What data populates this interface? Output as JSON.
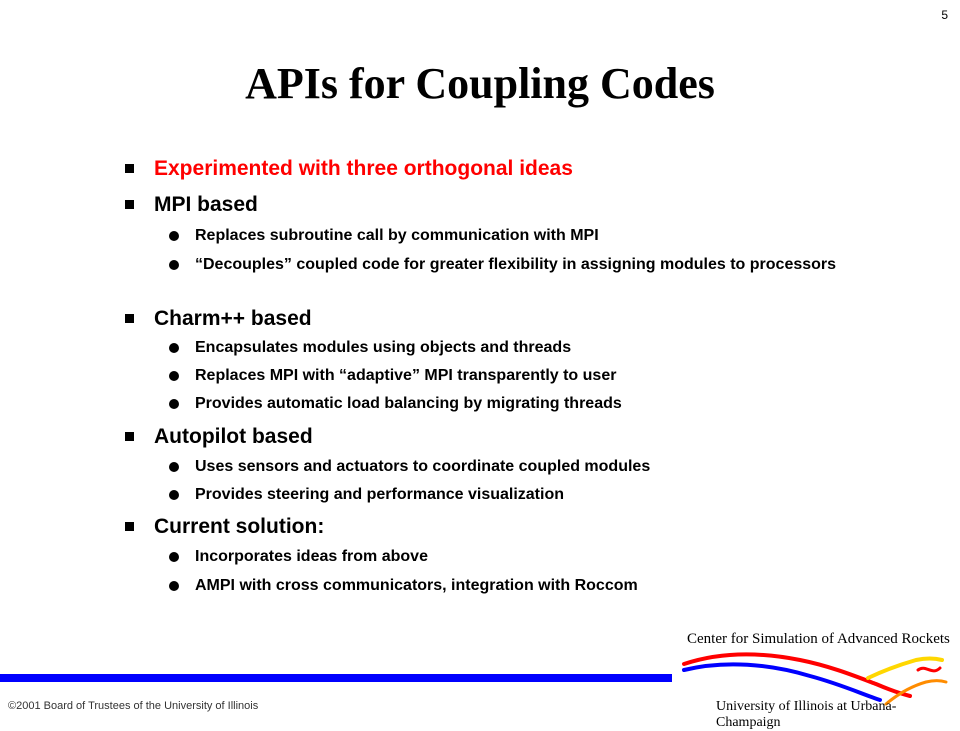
{
  "slide": {
    "number": "5",
    "title": "APIs for Coupling Codes",
    "bullets": [
      {
        "text": "Experimented with three orthogonal ideas"
      },
      {
        "text": "MPI based",
        "subs": [
          "Replaces subroutine call by communication with MPI",
          "“Decouples” coupled code for greater flexibility in assigning modules to processors"
        ]
      },
      {
        "text": "Charm++ based",
        "subs": [
          "Encapsulates modules using objects and threads",
          "Replaces MPI with “adaptive” MPI transparently to user",
          "Provides automatic load balancing by migrating threads"
        ]
      },
      {
        "text": "Autopilot based",
        "subs": [
          "Uses sensors and actuators to coordinate coupled modules",
          "Provides steering and performance visualization"
        ]
      },
      {
        "text": "Current solution:",
        "subs": [
          "Incorporates ideas from above",
          "AMPI with cross communicators, integration with Roccom"
        ]
      }
    ]
  },
  "footer": {
    "copyright": "©2001 Board of Trustees of the University of Illinois",
    "center_name": "Center for Simulation of Advanced Rockets",
    "university": "University of Illinois at Urbana-Champaign"
  },
  "colors": {
    "highlight": "#ff0000",
    "rule": "#0000ff",
    "logo_red": "#ff0000",
    "logo_blue": "#0000ff",
    "logo_yellow": "#ffd700",
    "logo_orange": "#ff8c00"
  }
}
